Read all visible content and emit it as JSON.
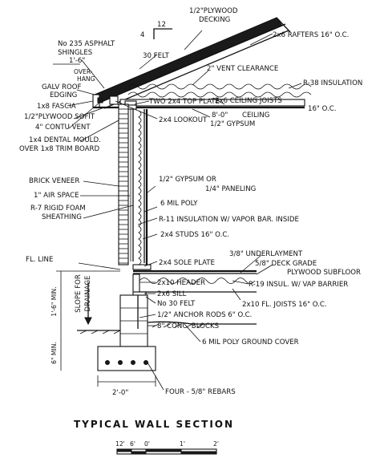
{
  "title": "TYPICAL WALL SECTION",
  "roof_pitch": {
    "rise": "4",
    "run": "12"
  },
  "labels": {
    "plywood_decking": "1/2\" PLYWOOD DECKING",
    "rafters": "2x6 RAFTERS 16\" O.C.",
    "shingles": "No 235 ASPHALT SHINGLES",
    "felt_roof": "30 FELT",
    "overhang_dim": "1'-6\"",
    "overhang": "OVER-HANG",
    "vent_clearance": "2\" VENT CLEARANCE",
    "r38": "R-38 INSULATION",
    "galv_edge": "GALV ROOF EDGING",
    "fascia": "1x8 FASCIA",
    "plywood_soffit": "1/2\"PLYWOOD SOFIT",
    "contu_vent": "4\" CONTU VENT",
    "dental_mould": "1x4 DENTAL MOULD. OVER 1x8 TRIM BOARD",
    "top_plate": "TWO 2x4 TOP PLATE",
    "lookout": "2x4 LOOKOUT",
    "ceiling_joists": "2x6 CEILING JOISTS 16\" O.C.",
    "ceiling_height": "8'-0\"",
    "ceiling": "CEILING",
    "gypsum_ceiling": "1/2\" GYPSUM",
    "brick_veneer": "BRICK VENEER",
    "air_space": "1\" AIR SPACE",
    "foam_sheathing": "R-7 RIGID FOAM SHEATHING",
    "gypsum_wall": "1/2\" GYPSUM OR 1/4\" PANELING",
    "poly": "6 MIL POLY",
    "r11": "R-11 INSULATION W/ VAPOR BAR. INSIDE",
    "studs": "2x4 STUDS 16\" O.C.",
    "fl_line": "FL. LINE",
    "sole_plate": "2x4 SOLE PLATE",
    "underlayment": "3/8\" UNDERLAYMENT",
    "subfloor": "5/8\" DECK GRADE PLYWOOD SUBFLOOR",
    "header": "2x10 HEADER",
    "r19": "R-19 INSUL. W/ VAP BARRIER",
    "sill": "2x6 SILL",
    "felt_sill": "No 30 FELT",
    "fl_joists": "2x10 FL. JOISTS 16\" O.C.",
    "slope": "SLOPE FOR DRAINAGE",
    "anchor_rods": "1/2\" ANCHOR RODS 6\" O.C.",
    "conc_blocks": "8\" CONC. BLOCKS",
    "ground_cover": "6 MIL POLY GROUND COVER",
    "dim_upper": "1'-6\" MIN.",
    "dim_lower": "6\" MIN.",
    "footing_width": "2'-0\"",
    "rebars": "FOUR - 5/8\" REBARS"
  },
  "scale_bar": [
    "12'",
    "6'",
    "0'",
    "1'",
    "2'"
  ]
}
